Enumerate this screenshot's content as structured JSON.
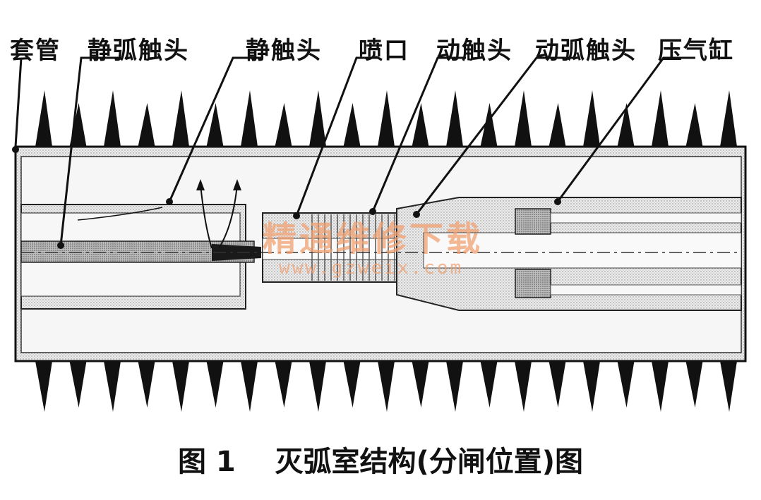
{
  "labels": {
    "sleeve": "套管",
    "static_arc_contact": "静弧触头",
    "static_contact": "静触头",
    "nozzle": "喷口",
    "moving_contact": "动触头",
    "moving_arc_contact": "动弧触头",
    "puffer_cylinder": "压气缸"
  },
  "caption": "图 1    灭弧室结构(分闸位置)图",
  "watermark": {
    "text": "精通维修下载",
    "url": "www.gzweix.com",
    "color": "#f0a070"
  },
  "colors": {
    "ink": "#111111",
    "body_fill": "#e4e4e4",
    "tube_fill": "#f2f2f2",
    "part_fill": "#c9c9c9"
  }
}
